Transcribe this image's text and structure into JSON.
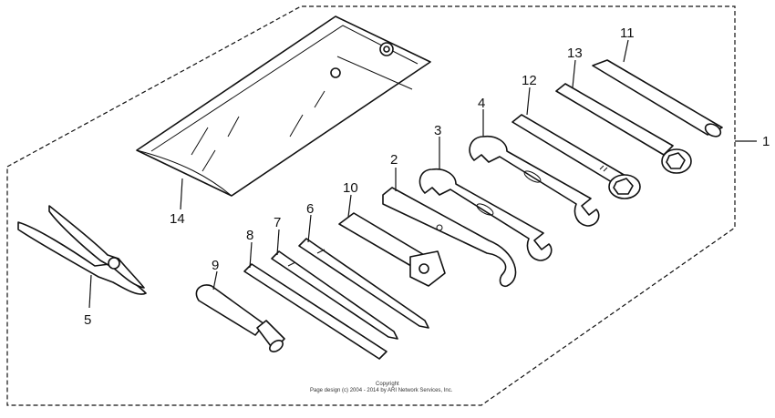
{
  "callouts": [
    {
      "id": "1",
      "label": "1"
    },
    {
      "id": "2",
      "label": "2"
    },
    {
      "id": "3",
      "label": "3"
    },
    {
      "id": "4",
      "label": "4"
    },
    {
      "id": "5",
      "label": "5"
    },
    {
      "id": "6",
      "label": "6"
    },
    {
      "id": "7",
      "label": "7"
    },
    {
      "id": "8",
      "label": "8"
    },
    {
      "id": "9",
      "label": "9"
    },
    {
      "id": "10",
      "label": "10"
    },
    {
      "id": "11",
      "label": "11"
    },
    {
      "id": "12",
      "label": "12"
    },
    {
      "id": "13",
      "label": "13"
    },
    {
      "id": "14",
      "label": "14"
    }
  ],
  "copyright": {
    "line1": "Copyright",
    "line2": "Page design (c) 2004 - 2014 by ARI Network Services, Inc."
  }
}
